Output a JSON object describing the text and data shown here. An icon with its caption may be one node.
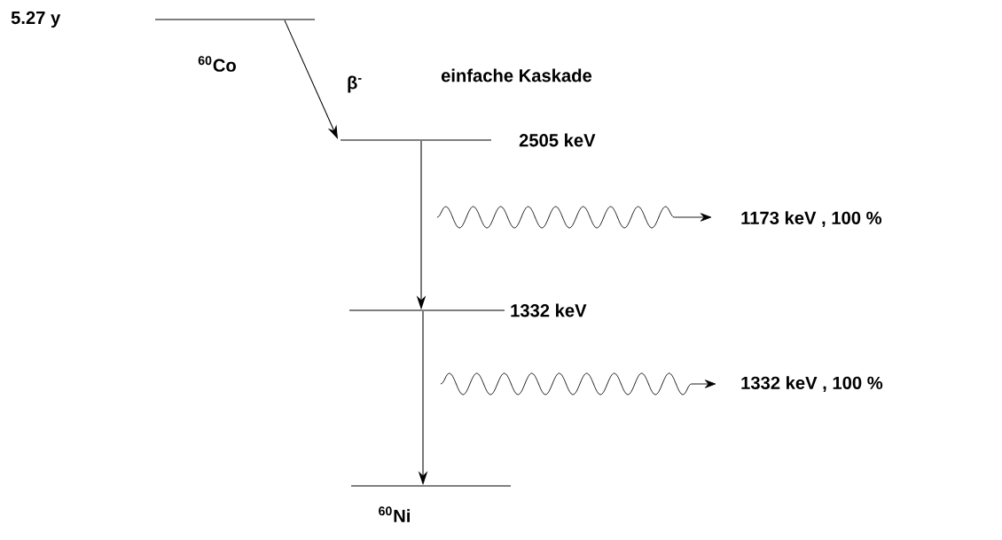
{
  "diagram": {
    "nodes": [
      {
        "text": [
          "$^{60}$Co"
        ]
      },
      {
        "text": [
          "2505 keV"
        ]
      },
      {
        "text": [
          "1332 keV"
        ]
      },
      {
        "text": [
          "$^{60}$Ni"
        ]
      }
    ],
    "edges": [
      {
        "from": 0,
        "to": 1,
        "arrow": "to",
        "label": "β$^{-}$"
      },
      {
        "from": 1,
        "to": 2,
        "arrow": "to"
      },
      {
        "from": 2,
        "to": 3,
        "arrow": "to"
      }
    ],
    "labels": [
      "5.27 y",
      "einfache Kaskade",
      "1173 keV , 100 %",
      "1332 keV , 100 %"
    ]
  }
}
